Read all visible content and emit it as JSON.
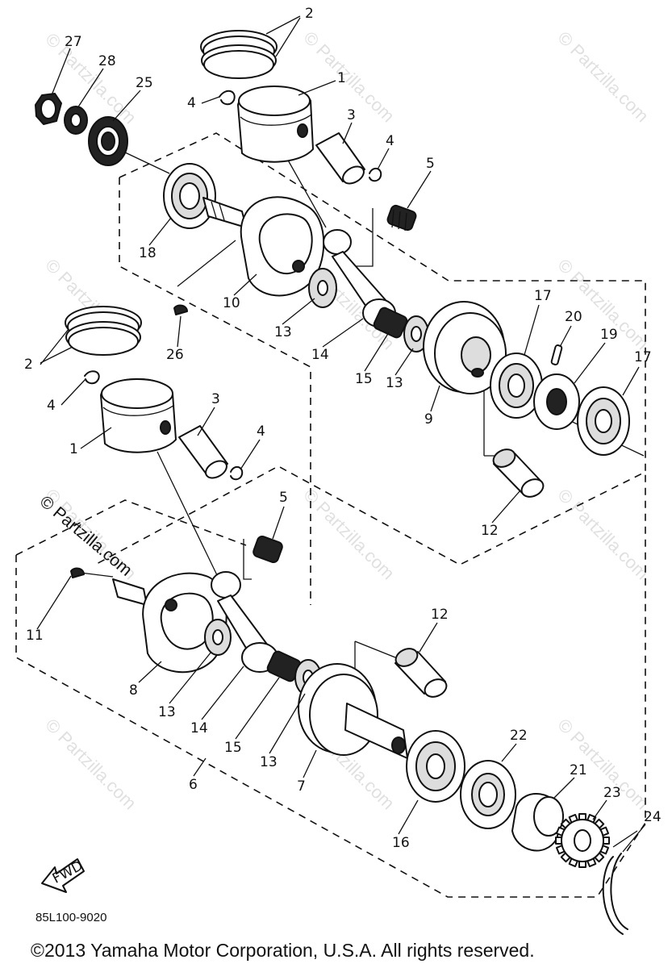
{
  "callouts": [
    "1",
    "2",
    "3",
    "4",
    "5",
    "6",
    "7",
    "8",
    "9",
    "10",
    "11",
    "12",
    "13",
    "14",
    "15",
    "16",
    "17",
    "18",
    "19",
    "20",
    "21",
    "22",
    "23",
    "24",
    "25",
    "26",
    "27",
    "28"
  ],
  "watermark_text": "© Partzilla.com",
  "direction_arrow_label": "FWD",
  "diagram_code": "85L100-9020",
  "copyright": "©2013 Yamaha Motor Corporation, U.S.A. All rights reserved."
}
